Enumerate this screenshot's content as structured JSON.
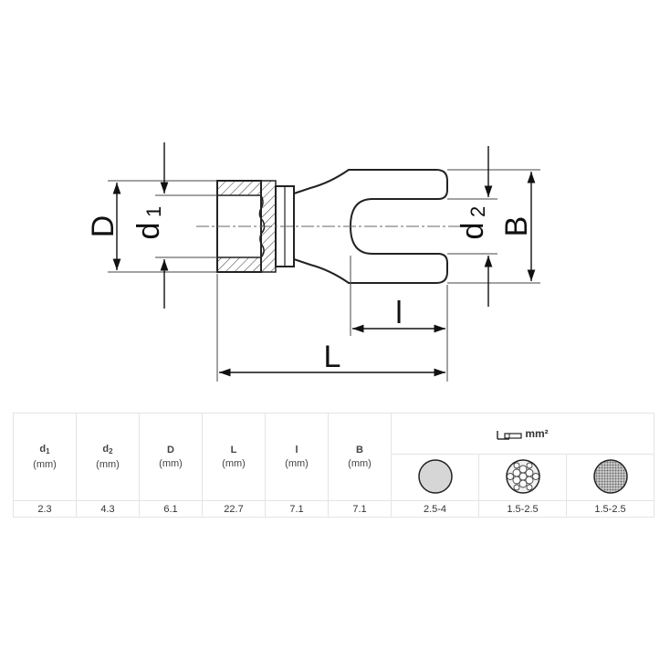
{
  "drawing": {
    "labels": {
      "D": "D",
      "d1_main": "d",
      "d1_sub": "1",
      "d2_main": "d",
      "d2_sub": "2",
      "B": "B",
      "L": "L",
      "l": "l"
    }
  },
  "table": {
    "columns": [
      {
        "main": "d",
        "sub": "1",
        "unit": "(mm)"
      },
      {
        "main": "d",
        "sub": "2",
        "unit": "(mm)"
      },
      {
        "main": "D",
        "sub": "",
        "unit": "(mm)"
      },
      {
        "main": "L",
        "sub": "",
        "unit": "(mm)"
      },
      {
        "main": "l",
        "sub": "",
        "unit": "(mm)"
      },
      {
        "main": "B",
        "sub": "",
        "unit": "(mm)"
      }
    ],
    "wire_header": "mm²",
    "wire_types": [
      {
        "icon": "solid-conductor-icon",
        "range": "2.5-4"
      },
      {
        "icon": "stranded-conductor-icon",
        "range": "1.5-2.5"
      },
      {
        "icon": "fine-stranded-conductor-icon",
        "range": "1.5-2.5"
      }
    ],
    "values": [
      "2.3",
      "4.3",
      "6.1",
      "22.7",
      "7.1",
      "7.1"
    ]
  }
}
